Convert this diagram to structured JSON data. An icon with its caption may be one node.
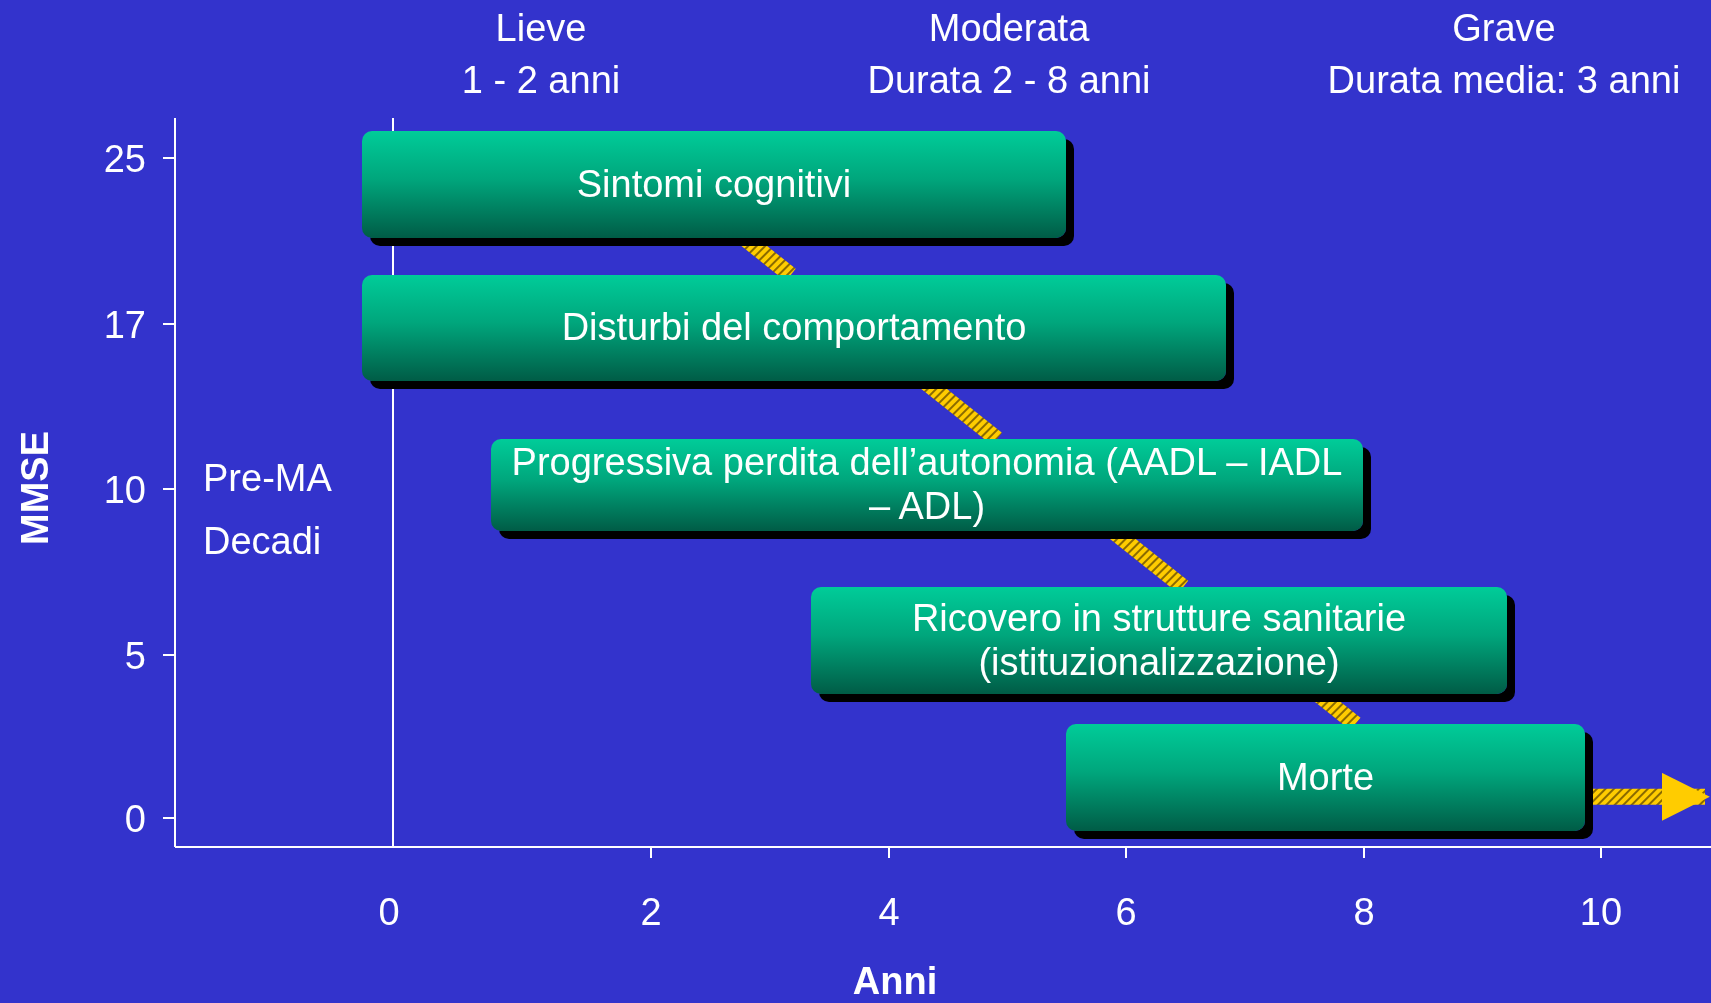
{
  "diagram": {
    "nodes": [
      {
        "text": [
          "Sintomi cognitivi"
        ]
      },
      {
        "text": [
          "Disturbi del comportamento"
        ]
      },
      {
        "text": [
          "Progressiva perdita dell’autonomia (AADL – IADL – ADL)"
        ]
      },
      {
        "text": [
          "Ricovero in strutture sanitarie (istituzionalizzazione)"
        ]
      },
      {
        "text": [
          "Morte"
        ]
      }
    ],
    "edges": [
      {
        "from": 0,
        "to": 1,
        "arrow": "none"
      },
      {
        "from": 1,
        "to": 2,
        "arrow": "none"
      },
      {
        "from": 2,
        "to": 3,
        "arrow": "none"
      },
      {
        "from": 3,
        "to": 4,
        "arrow": "none"
      },
      {
        "from": 4,
        "to": null,
        "arrow": "to"
      }
    ],
    "labels": [
      "Lieve",
      "1 - 2 anni",
      "Moderata",
      "Durata 2 - 8 anni",
      "Grave",
      "Durata media: 3 anni",
      "25",
      "17",
      "MMSE",
      "Pre-MA",
      "10",
      "Decadi",
      "5",
      "0",
      "0",
      "2",
      "4",
      "6",
      "8",
      "10",
      "Anni"
    ]
  }
}
